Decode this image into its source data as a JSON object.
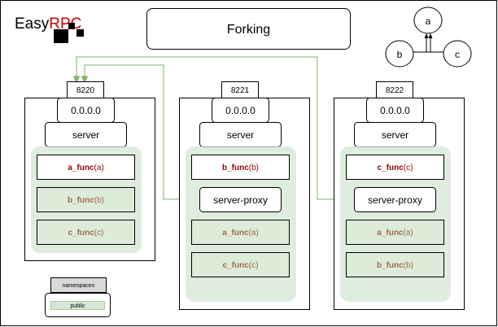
{
  "logo": {
    "text_1": "Easy",
    "text_2": "RPC",
    "color_1": "#000000",
    "color_2": "#cc0000"
  },
  "title": "Forking",
  "tree": {
    "root": "a",
    "left": "b",
    "right": "c"
  },
  "servers": [
    {
      "port": "8220",
      "address": "0.0.0.0",
      "server_label": "server",
      "functions": [
        {
          "name": "a_func",
          "arg": "(a)",
          "local": true
        },
        {
          "name": "b_func",
          "arg": "(b)",
          "local": false
        },
        {
          "name": "c_func",
          "arg": "(c)",
          "local": false
        }
      ]
    },
    {
      "port": "8221",
      "address": "0.0.0.0",
      "server_label": "server",
      "proxy_label": "server-proxy",
      "functions": [
        {
          "name": "b_func",
          "arg": "(b)",
          "local": true
        },
        {
          "name": "a_func",
          "arg": "(a)",
          "local": false
        },
        {
          "name": "c_func",
          "arg": "(c)",
          "local": false
        }
      ]
    },
    {
      "port": "8222",
      "address": "0.0.0.0",
      "server_label": "server",
      "proxy_label": "server-proxy",
      "functions": [
        {
          "name": "c_func",
          "arg": "(c)",
          "local": true
        },
        {
          "name": "a_func",
          "arg": "(a)",
          "local": false
        },
        {
          "name": "b_func",
          "arg": "(b)",
          "local": false
        }
      ]
    }
  ],
  "legend": {
    "title": "namespaces",
    "item": "public"
  },
  "colors": {
    "local_func": "#990000",
    "remote_func": "#9e6b4f",
    "namespace_fill": "#d5e8d4",
    "connector": "#82b366"
  }
}
